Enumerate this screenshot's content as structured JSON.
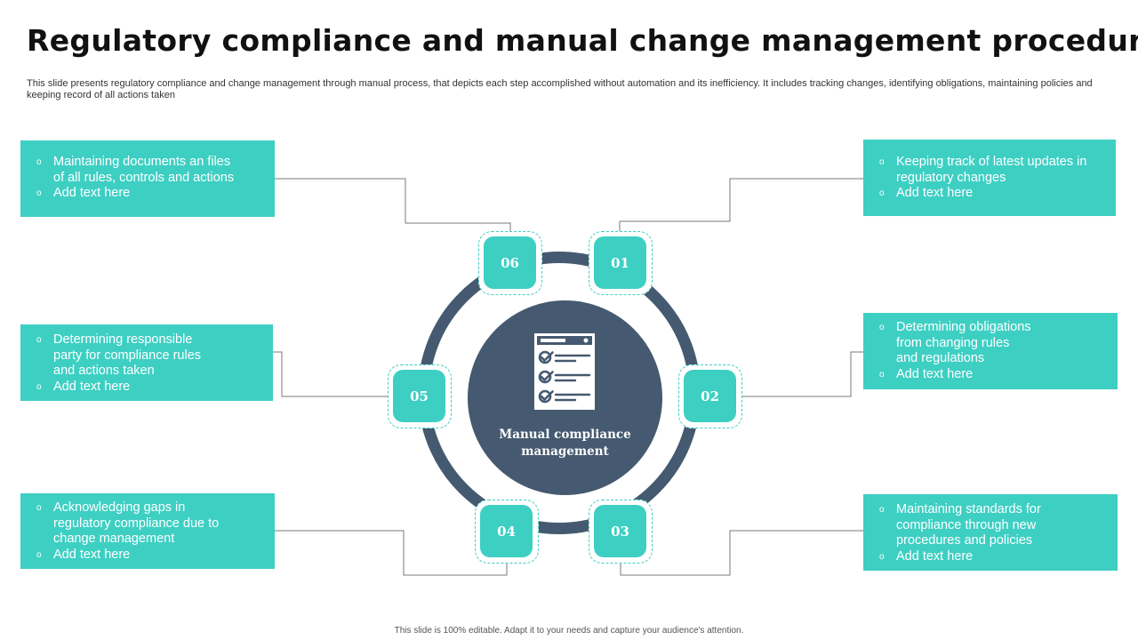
{
  "title": "Regulatory compliance and manual change management procedure",
  "subtitle": "This slide presents regulatory compliance and change management through manual process, that depicts each step accomplished without automation and its inefficiency. It includes tracking changes, identifying obligations, maintaining policies and keeping record of all actions taken",
  "center_label": {
    "line1": "Manual compliance",
    "line2": "management"
  },
  "center_icon": "checklist-document-icon",
  "steps": {
    "s01": "01",
    "s02": "02",
    "s03": "03",
    "s04": "04",
    "s05": "05",
    "s06": "06"
  },
  "boxes": {
    "top_left": [
      "Maintaining  documents an files\nof all rules, controls and actions",
      "Add text here"
    ],
    "mid_left": [
      "Determining responsible\nparty for compliance rules\nand actions taken",
      "Add text here"
    ],
    "bottom_left": [
      "Acknowledging gaps in\nregulatory compliance due to\nchange management",
      "Add text here"
    ],
    "top_right": [
      "Keeping track of latest updates in\nregulatory changes",
      "Add text here"
    ],
    "mid_right": [
      "Determining obligations\nfrom changing rules\nand regulations",
      "Add text here"
    ],
    "bottom_right": [
      "Maintaining  standards for\ncompliance through new\nprocedures and policies",
      "Add text here"
    ]
  },
  "bullet_glyph": "o",
  "footer": "This slide is 100% editable. Adapt it to your needs and capture your audience's attention.",
  "colors": {
    "teal": "#3ecfc3",
    "slate": "#455a70",
    "connector": "#7a7a7a"
  }
}
